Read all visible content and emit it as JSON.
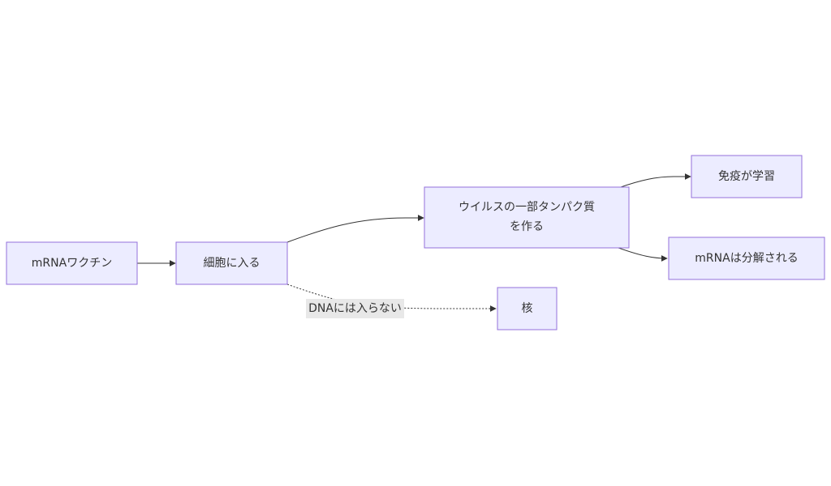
{
  "nodes": {
    "mrna_vaccine": "mRNAワクチン",
    "enter_cell": "細胞に入る",
    "make_protein_line1": "ウイルスの一部タンパク質",
    "make_protein_line2": "を作る",
    "immune_learn": "免疫が学習",
    "mrna_degraded": "mRNAは分解される",
    "nucleus": "核"
  },
  "edges": {
    "no_dna_label": "DNAには入らない"
  },
  "colors": {
    "node_fill": "#ececff",
    "node_stroke": "#9370db",
    "edge": "#333333",
    "label_bg": "#e8e8e8"
  }
}
